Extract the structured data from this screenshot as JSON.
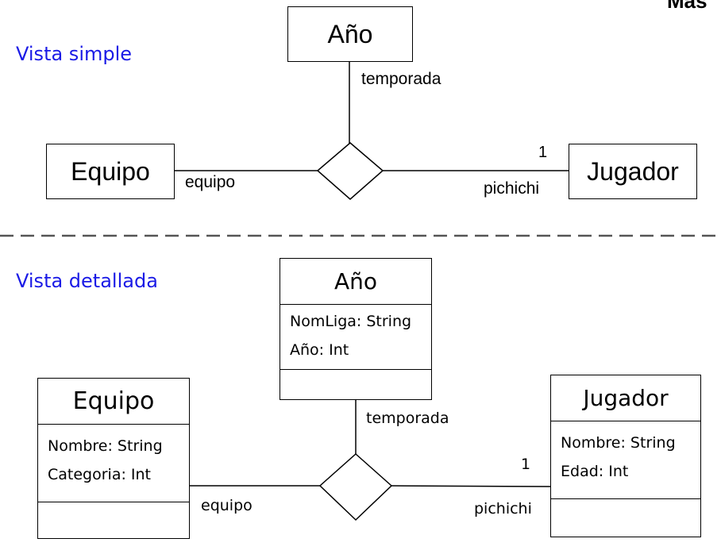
{
  "corner_text": "Más",
  "simple": {
    "label": "Vista simple",
    "entities": {
      "year": "Año",
      "team": "Equipo",
      "player": "Jugador"
    },
    "roles": {
      "temporada": "temporada",
      "equipo": "equipo",
      "pichichi": "pichichi"
    },
    "multiplicity": "1"
  },
  "separator": "dashed",
  "detailed": {
    "label": "Vista detallada",
    "classes": {
      "year": {
        "name": "Año",
        "attributes": [
          "NomLiga: String",
          "Año: Int"
        ]
      },
      "team": {
        "name": "Equipo",
        "attributes": [
          "Nombre: String",
          "Categoria: Int"
        ]
      },
      "player": {
        "name": "Jugador",
        "attributes": [
          "Nombre: String",
          "Edad: Int"
        ]
      }
    },
    "roles": {
      "temporada": "temporada",
      "equipo": "equipo",
      "pichichi": "pichichi"
    },
    "multiplicity": "1"
  }
}
